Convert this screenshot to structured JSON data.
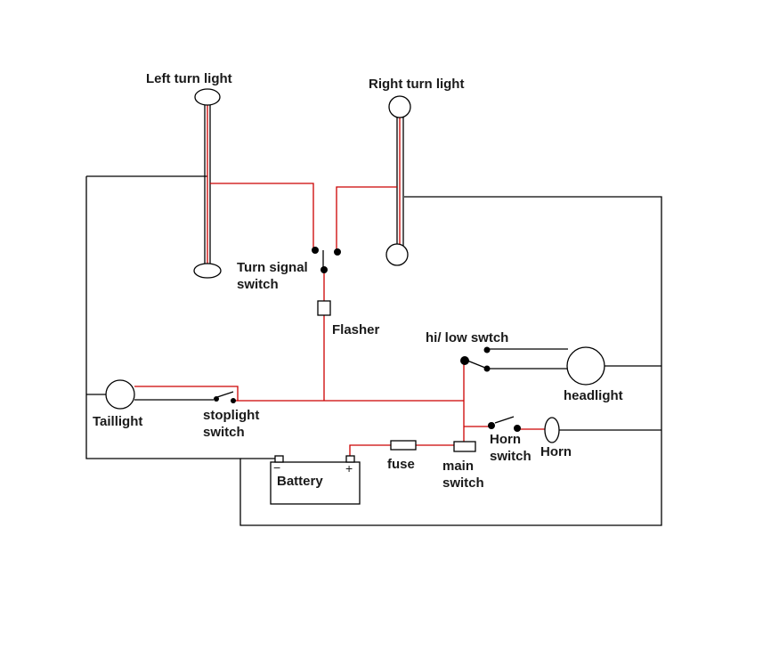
{
  "labels": {
    "left_turn_light": "Left turn light",
    "right_turn_light": "Right turn light",
    "turn_signal_switch_1": "Turn signal",
    "turn_signal_switch_2": "switch",
    "flasher": "Flasher",
    "hi_low_switch": "hi/ low swtch",
    "headlight": "headlight",
    "taillight": "Taillight",
    "stoplight_switch_1": "stoplight",
    "stoplight_switch_2": "switch",
    "horn_switch_1": "Horn",
    "horn_switch_2": "switch",
    "horn": "Horn",
    "battery": "Battery",
    "battery_neg": "−",
    "battery_pos": "+",
    "fuse": "fuse",
    "main_switch_1": "main",
    "main_switch_2": "switch"
  },
  "colors": {
    "ground_wire": "#000000",
    "hot_wire": "#cc0000",
    "background": "#ffffff"
  }
}
